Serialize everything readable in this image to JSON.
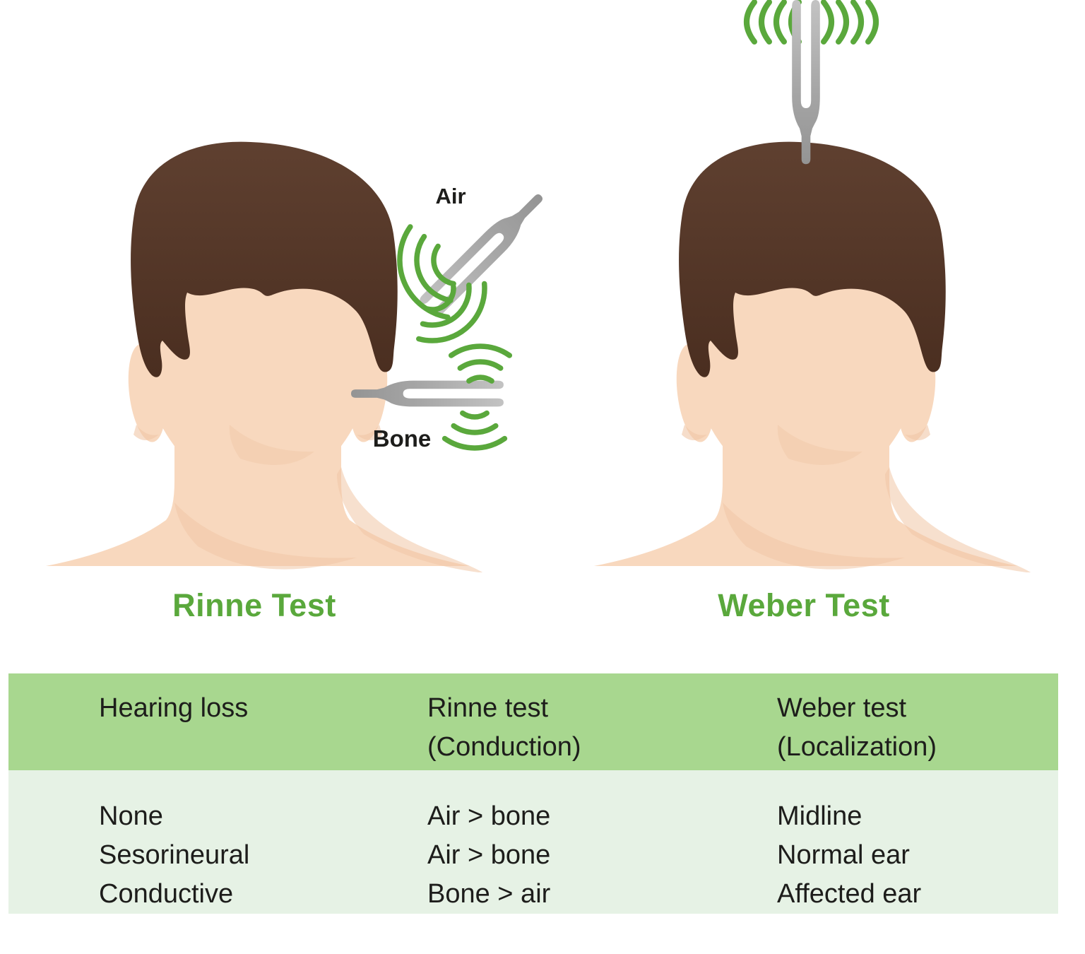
{
  "figures": {
    "rinne": {
      "title": "Rinne Test",
      "air_label": "Air",
      "bone_label": "Bone"
    },
    "weber": {
      "title": "Weber Test"
    }
  },
  "table": {
    "columns": [
      {
        "title": "Hearing loss",
        "subtitle": ""
      },
      {
        "title": "Rinne test",
        "subtitle": "(Conduction)"
      },
      {
        "title": "Weber test",
        "subtitle": "(Localization)"
      }
    ],
    "rows": [
      {
        "hearing_loss": "None",
        "rinne": "Air > bone",
        "weber": "Midline"
      },
      {
        "hearing_loss": "Sesorineural",
        "rinne": "Air > bone",
        "weber": "Normal ear"
      },
      {
        "hearing_loss": "Conductive",
        "rinne": "Bone > air",
        "weber": "Affected ear"
      }
    ]
  },
  "colors": {
    "accent_green": "#5aa83c",
    "table_header_bg": "#a8d78f",
    "table_body_bg": "#e6f2e5",
    "skin": "#f8d8be",
    "skin_shade": "#f0c7a6",
    "hair_dark": "#4a2e20",
    "hair_light": "#5f4030",
    "fork_gray": "#a6a6a6",
    "text_dark": "#1d1d1b"
  }
}
